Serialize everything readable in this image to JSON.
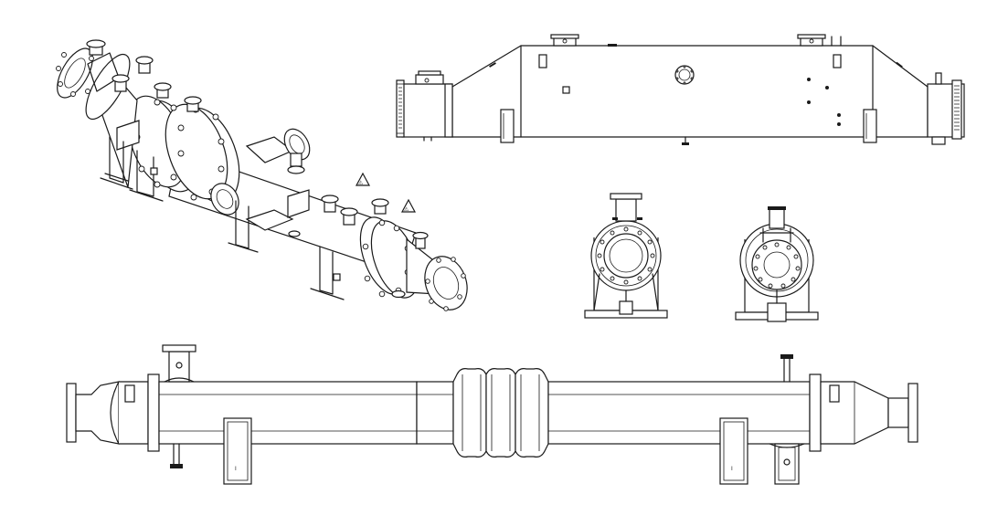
{
  "drawing": {
    "colors": {
      "line": "#1a1a1a",
      "background": "#ffffff"
    },
    "views": [
      {
        "id": "isometric",
        "label": ""
      },
      {
        "id": "top-elevation",
        "label": ""
      },
      {
        "id": "end-view-left",
        "label": ""
      },
      {
        "id": "end-view-right",
        "label": ""
      },
      {
        "id": "front-elevation",
        "label": ""
      }
    ],
    "symbols": {
      "warning_1": "⚠",
      "warning_2": "⚠",
      "support_mark": "I"
    }
  }
}
